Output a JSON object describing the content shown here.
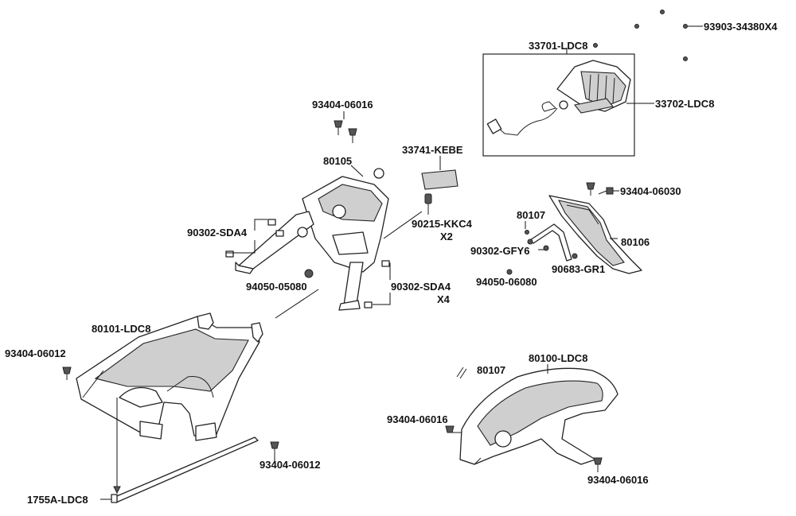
{
  "labels": {
    "l93903": "93903-34380X4",
    "l33701": "33701-LDC8",
    "l33702": "33702-LDC8",
    "l93404_06016_top": "93404-06016",
    "l33741": "33741-KEBE",
    "l80105": "80105",
    "l93404_06030": "93404-06030",
    "l90215": "90215-KKC4",
    "l90215_qty": "X2",
    "l80107_top": "80107",
    "l90302_sda4_left": "90302-SDA4",
    "l80106": "80106",
    "l90302_gfy6": "90302-GFY6",
    "l90683": "90683-GR1",
    "l94050_05080": "94050-05080",
    "l90302_sda4_right": "90302-SDA4",
    "l90302_sda4_right_qty": "X4",
    "l94050_06080": "94050-06080",
    "l80101": "80101-LDC8",
    "l93404_06012_left": "93404-06012",
    "l80107_mid": "80107",
    "l80100": "80100-LDC8",
    "l93404_06016_mid": "93404-06016",
    "l93404_06012_bottom": "93404-06012",
    "l93404_06016_bottom": "93404-06016",
    "l1755a": "1755A-LDC8"
  }
}
